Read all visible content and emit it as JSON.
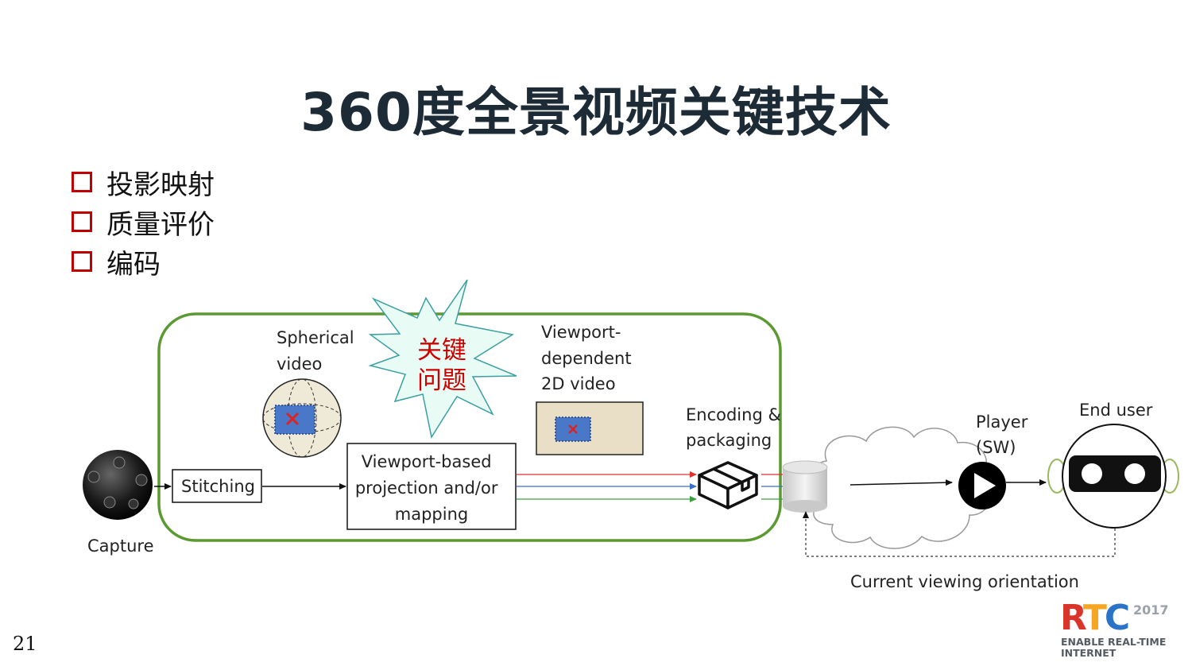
{
  "slide": {
    "title": "360度全景视频关键技术",
    "page_number": "21"
  },
  "bullets": [
    {
      "text": "投影映射"
    },
    {
      "text": "质量评价"
    },
    {
      "text": "编码"
    }
  ],
  "diagram": {
    "starburst": {
      "line1": "关键",
      "line2": "问题",
      "color": "#d00000",
      "fill": "#e8fbf4",
      "stroke": "#3aa0a0"
    },
    "pipeline_border_color": "#5b9a30",
    "capture_label": "Capture",
    "stitching_label": "Stitching",
    "spherical_label": {
      "line1": "Spherical",
      "line2": "video"
    },
    "projection_box": {
      "line1": "Viewport-based",
      "line2": "projection and/or",
      "line3": "mapping"
    },
    "viewport_label": {
      "line1": "Viewport-",
      "line2": "dependent",
      "line3": "2D video"
    },
    "encoding_label": {
      "line1": "Encoding &",
      "line2": "packaging"
    },
    "player_label": {
      "line1": "Player",
      "line2": "(SW)"
    },
    "end_user_label": "End user",
    "feedback_label": "Current viewing orientation",
    "stream_colors": [
      "#e03030",
      "#3a6fd0",
      "#3aa040"
    ]
  },
  "logo": {
    "r": "R",
    "t": "T",
    "c": "C",
    "year": "2017",
    "tagline1": "ENABLE REAL-TIME",
    "tagline2": "INTERNET"
  }
}
